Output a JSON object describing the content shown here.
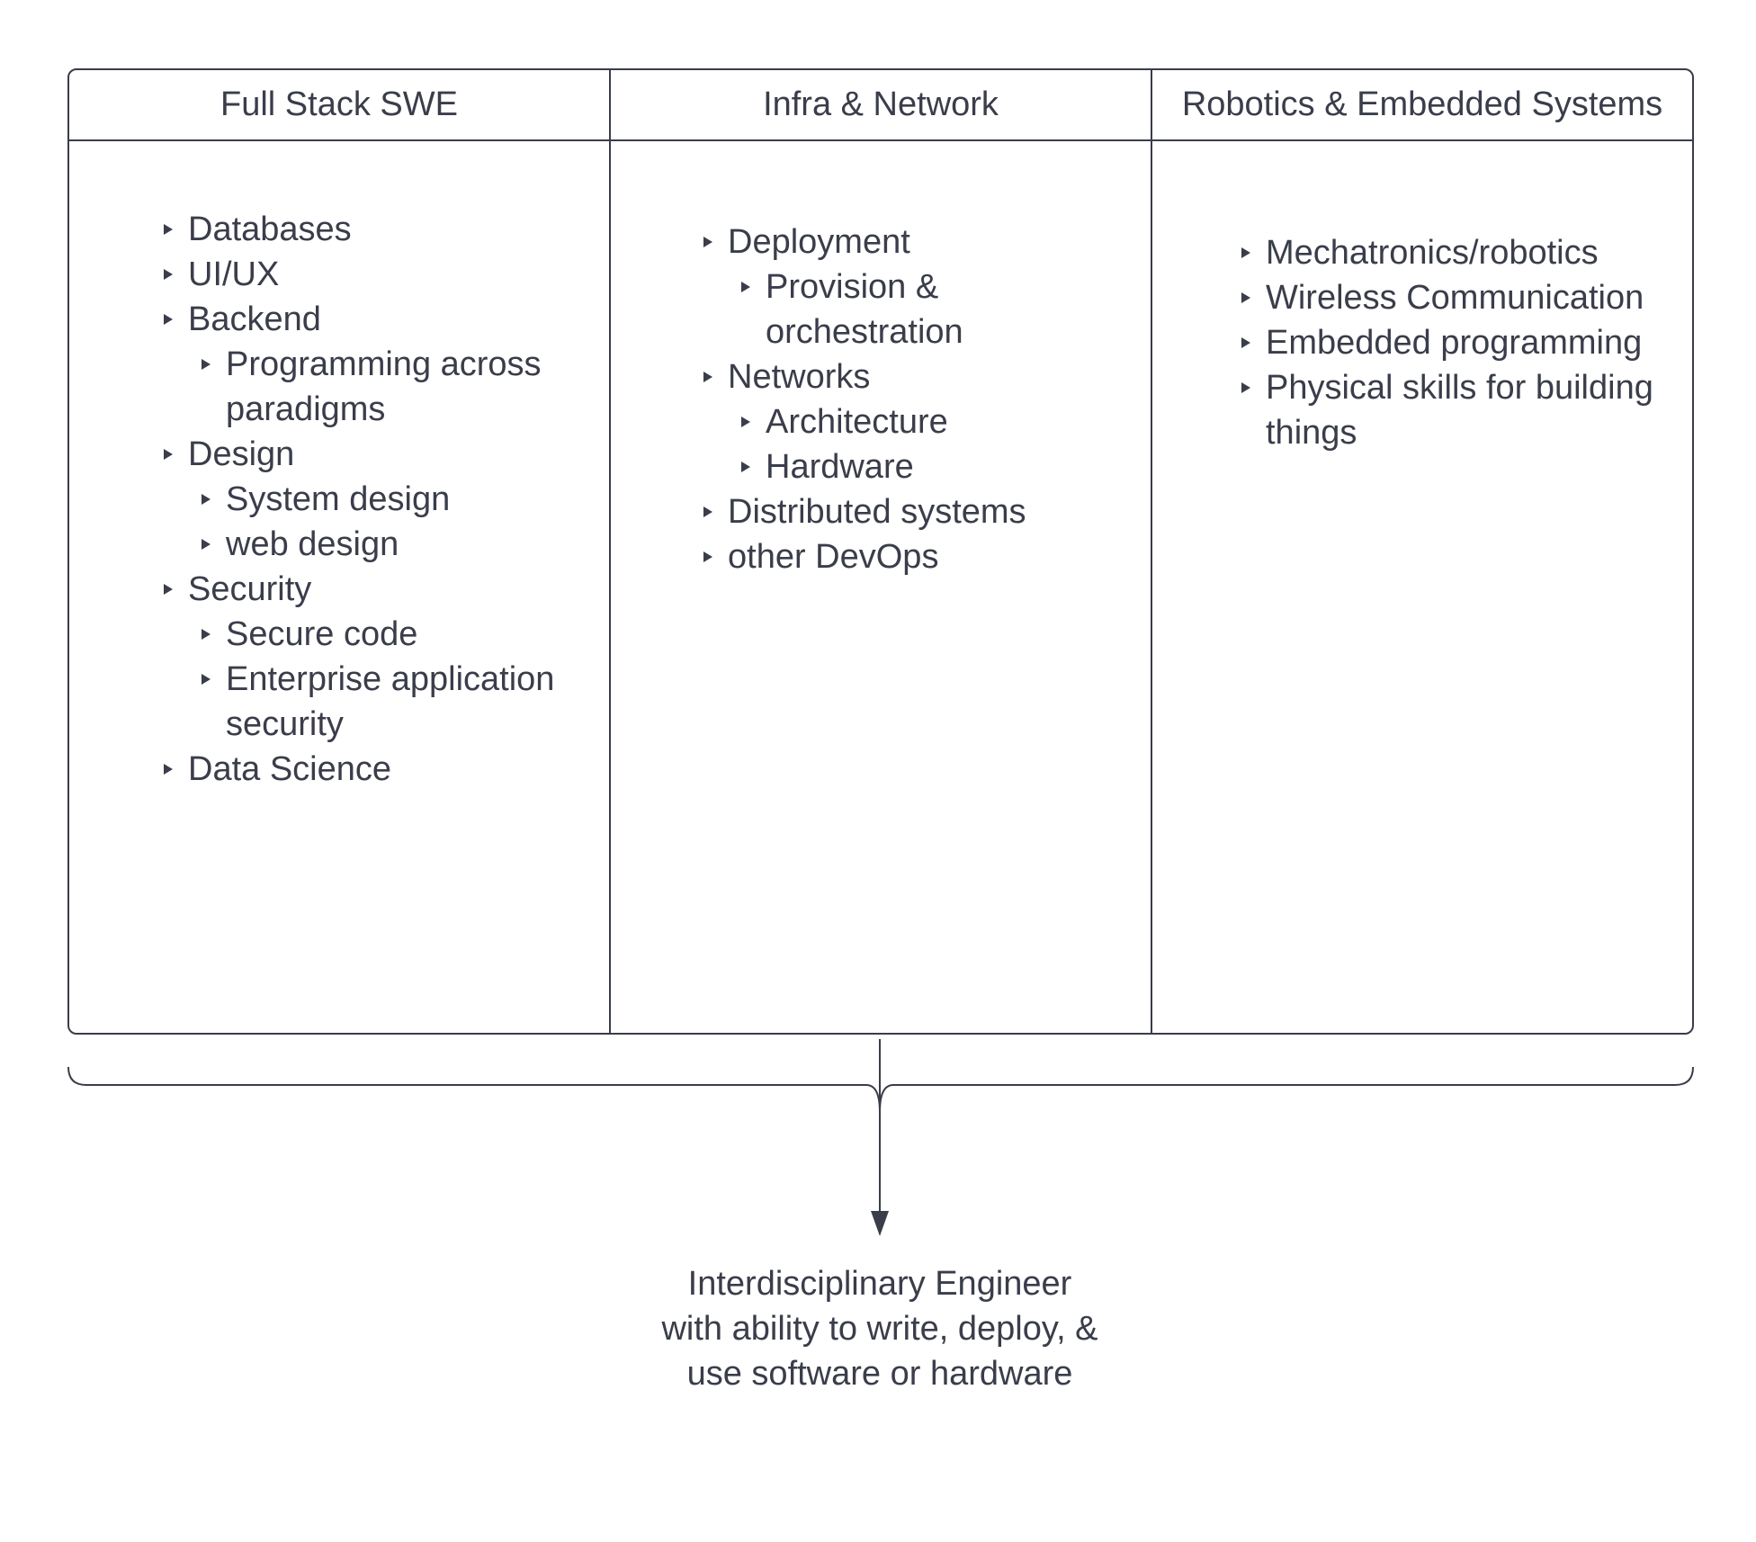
{
  "columns": [
    {
      "title": "Full Stack SWE",
      "items": [
        {
          "label": "Databases"
        },
        {
          "label": "UI/UX"
        },
        {
          "label": "Backend",
          "children": [
            {
              "label": "Programming across paradigms"
            }
          ]
        },
        {
          "label": "Design",
          "children": [
            {
              "label": "System design"
            },
            {
              "label": "web design"
            }
          ]
        },
        {
          "label": "Security",
          "children": [
            {
              "label": "Secure code"
            },
            {
              "label": "Enterprise application security"
            }
          ]
        },
        {
          "label": "Data Science"
        }
      ]
    },
    {
      "title": "Infra & Network",
      "items": [
        {
          "label": "Deployment",
          "children": [
            {
              "label": "Provision & orchestration"
            }
          ]
        },
        {
          "label": "Networks",
          "children": [
            {
              "label": "Architecture"
            },
            {
              "label": "Hardware"
            }
          ]
        },
        {
          "label": "Distributed systems"
        },
        {
          "label": "other DevOps"
        }
      ]
    },
    {
      "title": "Robotics & Embedded Systems",
      "items": [
        {
          "label": "Mechatronics/robotics"
        },
        {
          "label": "Wireless Communication"
        },
        {
          "label": "Embedded programming"
        },
        {
          "label": "Physical skills for building things"
        }
      ]
    }
  ],
  "result": {
    "text": "Interdisciplinary Engineer with ability to write, deploy, & use software or hardware"
  },
  "colors": {
    "stroke": "#3a3d4a",
    "text": "#3a3d4a",
    "background": "#ffffff"
  }
}
